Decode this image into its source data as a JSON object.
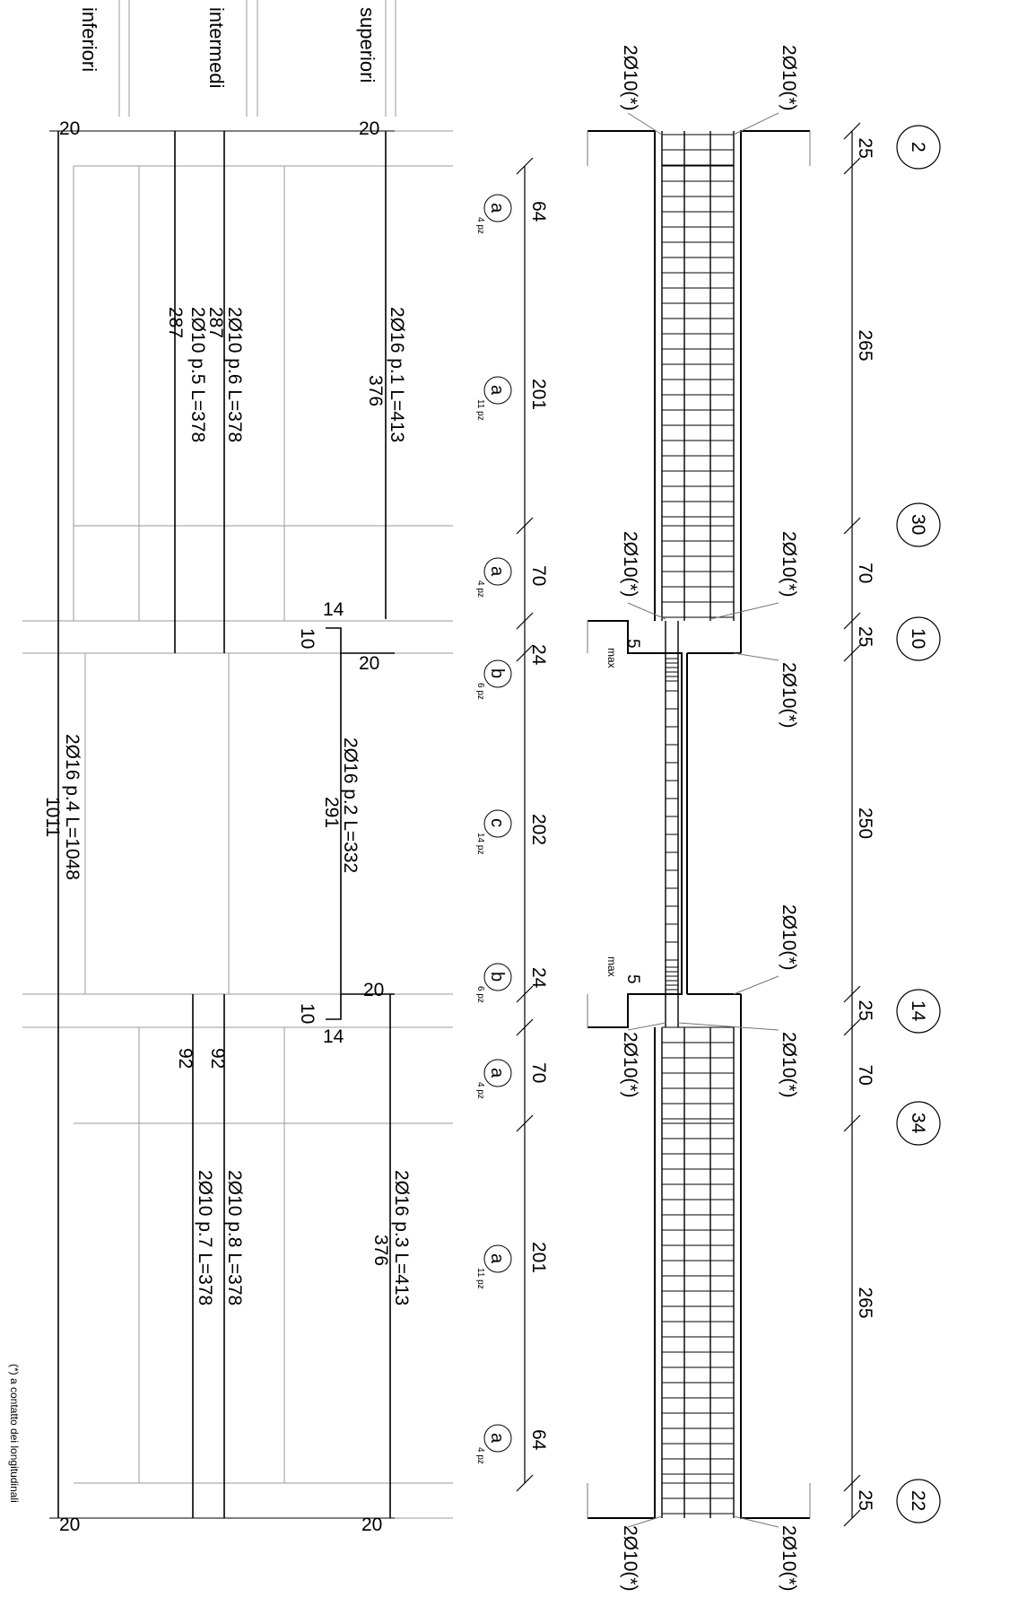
{
  "headers": {
    "superiori": "superiori",
    "intermedi": "intermedi",
    "inferiori": "inferiori"
  },
  "footnote": "(*) a contatto dei longitudinali",
  "grid": {
    "axis_labels": [
      "2",
      "30",
      "10",
      "14",
      "34",
      "22"
    ],
    "dims": [
      "25",
      "265",
      "70",
      "25",
      "250",
      "25",
      "70",
      "265",
      "25"
    ]
  },
  "stirrups": {
    "dims": [
      "64",
      "201",
      "70",
      "24",
      "202",
      "24",
      "70",
      "201",
      "64"
    ],
    "marks": [
      {
        "letter": "a",
        "qty": "4 pz"
      },
      {
        "letter": "a",
        "qty": "11 pz"
      },
      {
        "letter": "a",
        "qty": "4 pz"
      },
      {
        "letter": "b",
        "qty": "6 pz"
      },
      {
        "letter": "c",
        "qty": "14 pz"
      },
      {
        "letter": "b",
        "qty": "6 pz"
      },
      {
        "letter": "a",
        "qty": "4 pz"
      },
      {
        "letter": "a",
        "qty": "11 pz"
      },
      {
        "letter": "a",
        "qty": "4 pz"
      }
    ],
    "max_label": "max",
    "max_value": "5"
  },
  "callout": "2Ø10(*)",
  "bars": {
    "p1": {
      "label": "2Ø16 p.1 L=413",
      "length": "376"
    },
    "p2": {
      "label": "2Ø16 p.2 L=332",
      "length": "291"
    },
    "p3": {
      "label": "2Ø16 p.3 L=413",
      "length": "376"
    },
    "p4": {
      "label": "2Ø16 p.4 L=1048",
      "length": "1011"
    },
    "p5": {
      "label": "2Ø10 p.5 L=378",
      "length": "287"
    },
    "p6": {
      "label": "2Ø10 p.6 L=378",
      "length": "287"
    },
    "p7": {
      "label": "2Ø10 p.7 L=378",
      "length": "92"
    },
    "p8": {
      "label": "2Ø10 p.8 L=378",
      "length": "92"
    }
  },
  "hooks": {
    "h20": "20",
    "h14": "14",
    "h10": "10"
  }
}
